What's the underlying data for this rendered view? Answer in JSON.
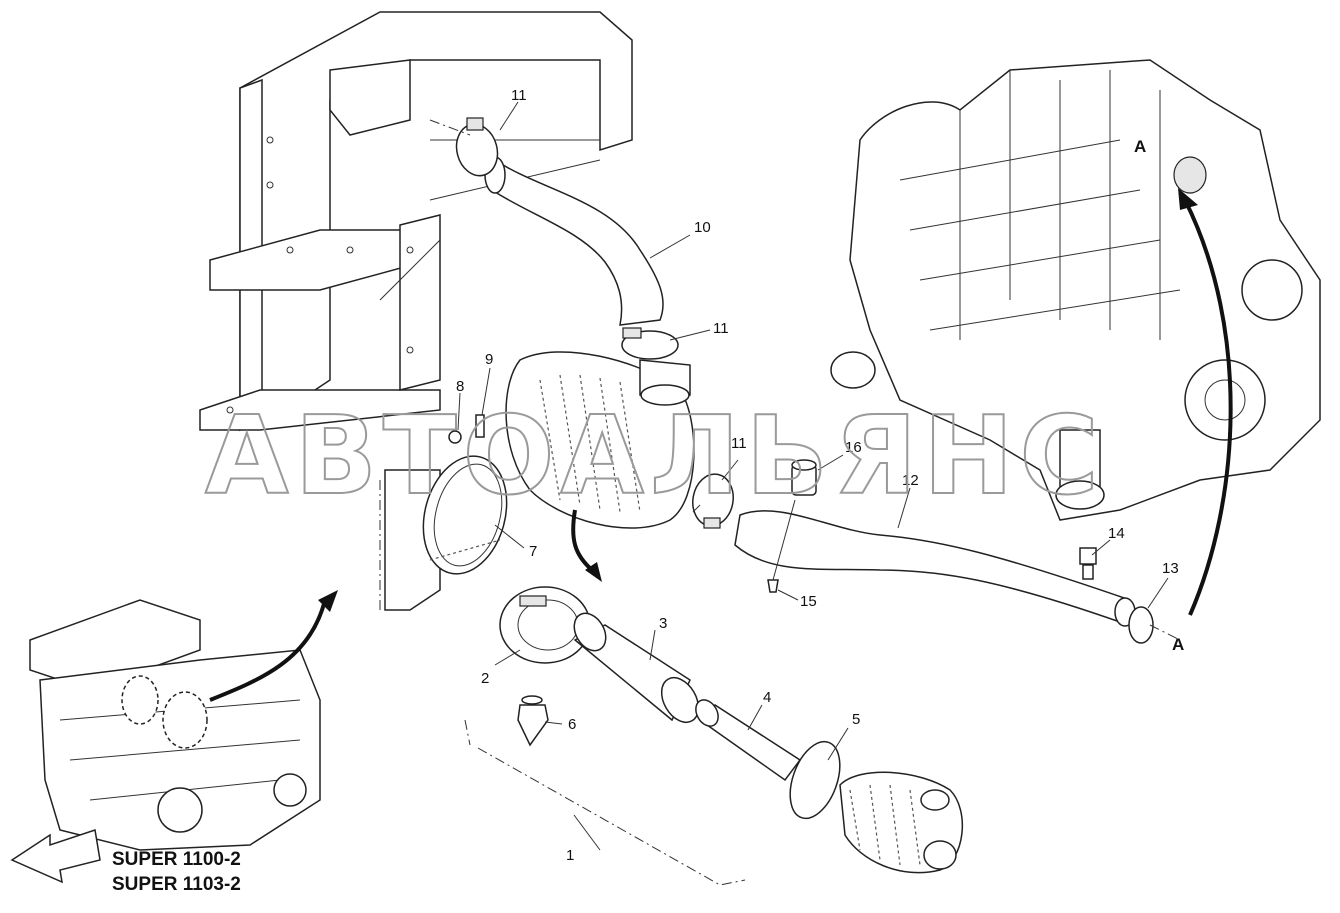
{
  "diagram": {
    "callouts": [
      "1",
      "2",
      "3",
      "4",
      "5",
      "6",
      "7",
      "8",
      "9",
      "10",
      "11",
      "11",
      "11",
      "12",
      "13",
      "14",
      "15",
      "16"
    ],
    "reference_letter": "A",
    "watermark": "АВТОАЛЬЯНС",
    "models": [
      "SUPER 1100-2",
      "SUPER 1103-2"
    ]
  }
}
